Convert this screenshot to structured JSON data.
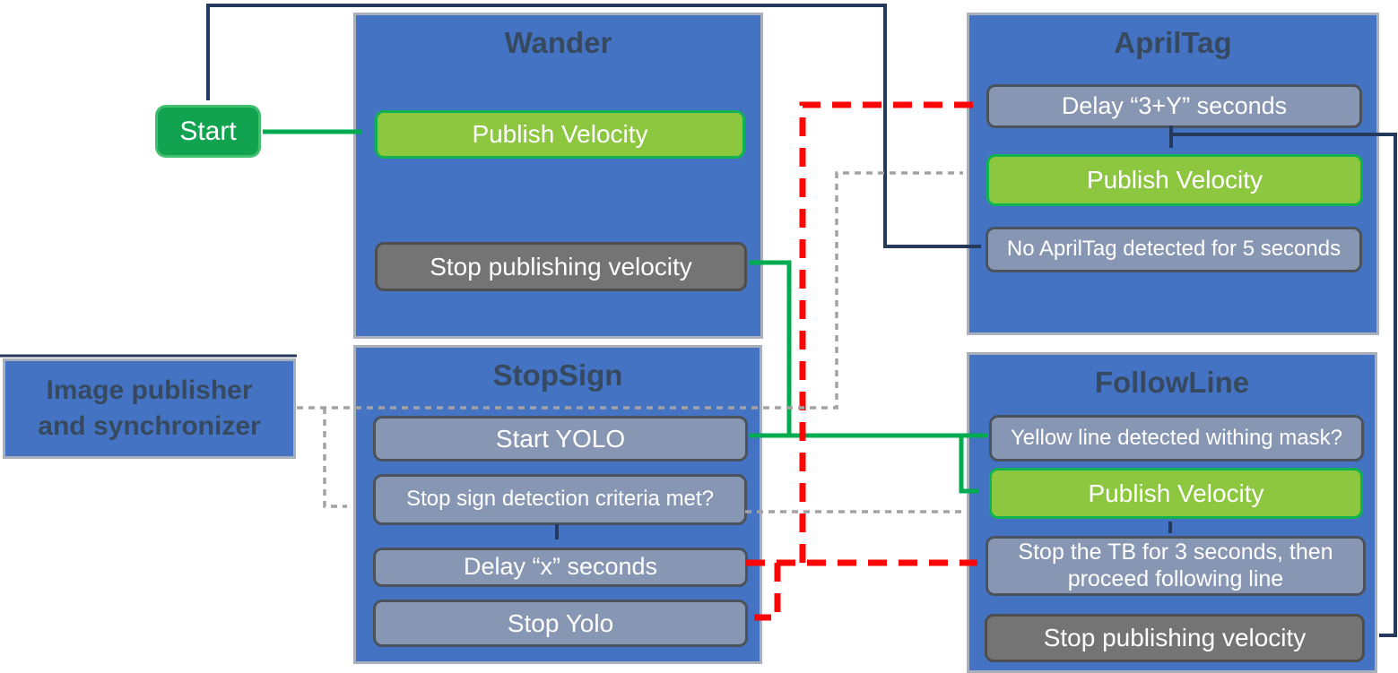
{
  "colors": {
    "bg": "#FFFFFF",
    "panel-blue": "#4573C4",
    "panel-border": "#A9AFBB",
    "node-bluegray": "#8797B3",
    "node-bluegray-border": "#4C525C",
    "node-green": "#8DC63F",
    "node-green-border": "#0FB34F",
    "node-darkgray": "#747474",
    "node-darkgray-border": "#4E4E4E",
    "start-green": "#12A351",
    "start-green-border": "#41C06F",
    "title-navy": "#36495E",
    "line-navy": "#24395B",
    "line-green": "#00AC4F",
    "line-red": "#FB0606",
    "line-gray": "#A3A3A3"
  },
  "start": {
    "label": "Start"
  },
  "image_publisher": {
    "line1": "Image publisher",
    "line2": "and synchronizer"
  },
  "wander": {
    "title": "Wander",
    "publish_velocity": "Publish Velocity",
    "stop_publishing": "Stop publishing velocity"
  },
  "apriltag": {
    "title": "AprilTag",
    "delay": "Delay “3+Y” seconds",
    "publish_velocity": "Publish Velocity",
    "no_tag": "No AprilTag detected for 5 seconds"
  },
  "stopsign": {
    "title": "StopSign",
    "start_yolo": "Start YOLO",
    "criteria": "Stop sign detection criteria met?",
    "delay": "Delay “x” seconds",
    "stop_yolo": "Stop Yolo"
  },
  "followline": {
    "title": "FollowLine",
    "yellow_line": "Yellow line detected withing mask?",
    "publish_velocity": "Publish Velocity",
    "stop_tb_line1": "Stop the TB for 3 seconds, then",
    "stop_tb_line2": "proceed following line",
    "stop_publishing": "Stop publishing velocity"
  }
}
